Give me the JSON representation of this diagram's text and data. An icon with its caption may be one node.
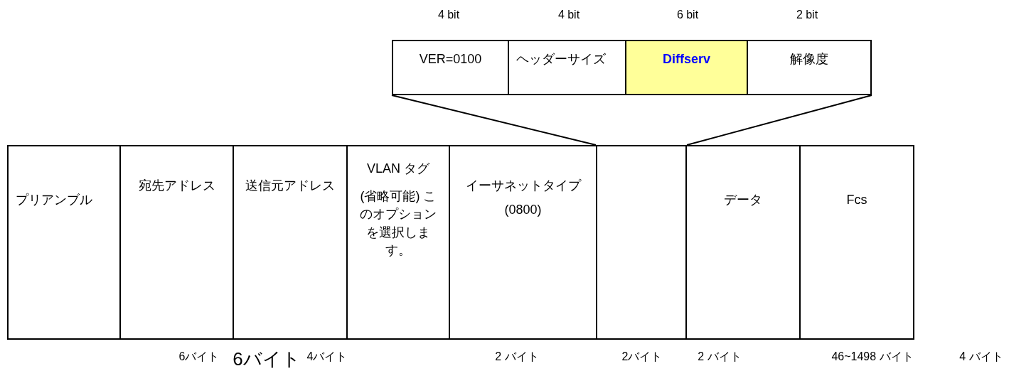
{
  "diagram": {
    "nodes": [
      {
        "text": [
          "VER=0100"
        ]
      },
      {
        "text": [
          "ヘッダーサイズ"
        ]
      },
      {
        "text": [
          "Diffserv"
        ]
      },
      {
        "text": [
          "解像度"
        ]
      },
      {
        "text": [
          "プリアンブル"
        ]
      },
      {
        "text": [
          "宛先アドレス"
        ]
      },
      {
        "text": [
          "送信元アドレス"
        ]
      },
      {
        "text": [
          "VLAN タグ",
          "(省略可能) このオプションを選択します。"
        ]
      },
      {
        "text": [
          "イーサネットタイプ (0800)"
        ]
      },
      {
        "text": [],
        "shape": "box"
      },
      {
        "text": [
          "データ"
        ]
      },
      {
        "text": [
          "Fcs"
        ]
      }
    ],
    "edges": [
      {
        "from": 0,
        "to": 9,
        "arrow": "none"
      },
      {
        "from": 3,
        "to": 9,
        "arrow": "none"
      }
    ],
    "labels": [
      "4 bit",
      "4 bit",
      "6 bit",
      "2 bit",
      "6バイト",
      "6バイト",
      "4バイト",
      "2 バイト",
      "2バイト",
      "2 バイト",
      "46~1498 バイト",
      "4 バイト"
    ]
  }
}
